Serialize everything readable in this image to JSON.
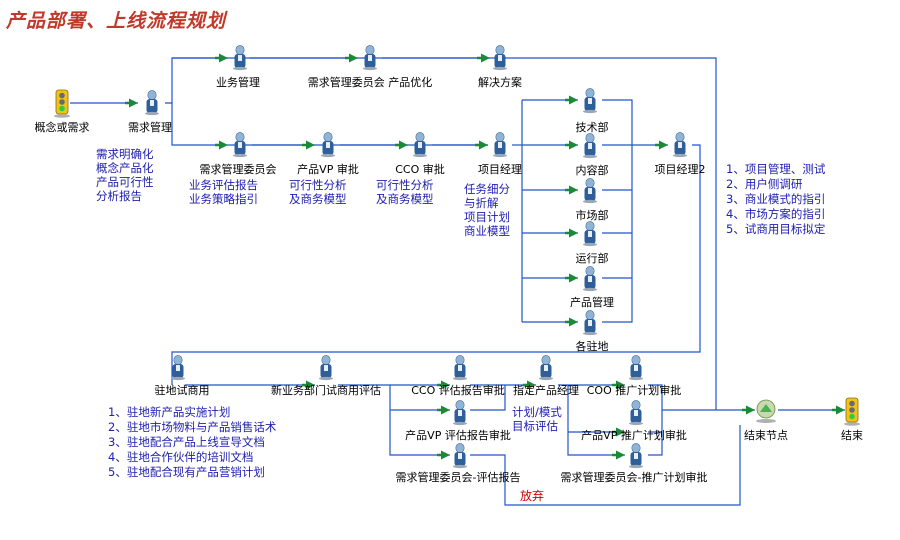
{
  "title": "产品部署、上线流程规划",
  "nodes": {
    "start": "概念或需求",
    "n_req_mgmt": "需求管理",
    "n_biz_mgmt": "业务管理",
    "n_committee_opt": "需求管理委员会 产品优化",
    "n_solution": "解决方案",
    "n_committee": "需求管理委员会",
    "n_vp_review": "产品VP 审批",
    "n_cco_review": "CCO 审批",
    "n_pm": "项目经理",
    "n_tech": "技术部",
    "n_content": "内容部",
    "n_market": "市场部",
    "n_ops": "运行部",
    "n_prod_mgmt": "产品管理",
    "n_branches": "各驻地",
    "n_pm2": "项目经理2",
    "n_trial": "驻地试商用",
    "n_newbiz": "新业务部门试商用评估",
    "n_cco_eval": "CCO 评估报告审批",
    "n_set_pm": "指定产品经理",
    "n_coo": "COO 推广计划审批",
    "n_vp_eval": "产品VP 评估报告审批",
    "n_vp_promo": "产品VP 推广计划审批",
    "n_comm_eval": "需求管理委员会-评估报告",
    "n_comm_promo": "需求管理委员会-推广计划审批",
    "n_end_node": "结束节点",
    "n_end": "结束"
  },
  "notes": {
    "req_items": [
      "需求明确化",
      "概念产品化",
      "产品可行性",
      "分析报告"
    ],
    "committee_items": [
      "业务评估报告",
      "业务策略指引"
    ],
    "vp_items": [
      "可行性分析",
      "及商务模型"
    ],
    "cco_items": [
      "可行性分析",
      "及商务模型"
    ],
    "pm_items": [
      "任务细分",
      "与折解",
      "项目计划",
      "商业模型"
    ],
    "pm2_items": [
      "1、项目管理、测试",
      "2、用户侧调研",
      "3、商业模式的指引",
      "4、市场方案的指引",
      "5、试商用目标拟定"
    ],
    "trial_items": [
      "1、驻地新产品实施计划",
      "2、驻地市场物料与产品销售话术",
      "3、驻地配合产品上线宣导文档",
      "4、驻地合作伙伴的培训文档",
      "5、驻地配合现有产品营销计划"
    ],
    "model_items": [
      "计划/模式",
      "目标评估"
    ],
    "abandon": "放弃"
  },
  "colors": {
    "title": "#c0392b",
    "line": "#2255cc",
    "arrow": "#1a8a3a",
    "person_head": "#8fb4d8",
    "person_body": "#2f5f9a",
    "note_text": "#2020b0",
    "abandon": "#cc0000"
  }
}
